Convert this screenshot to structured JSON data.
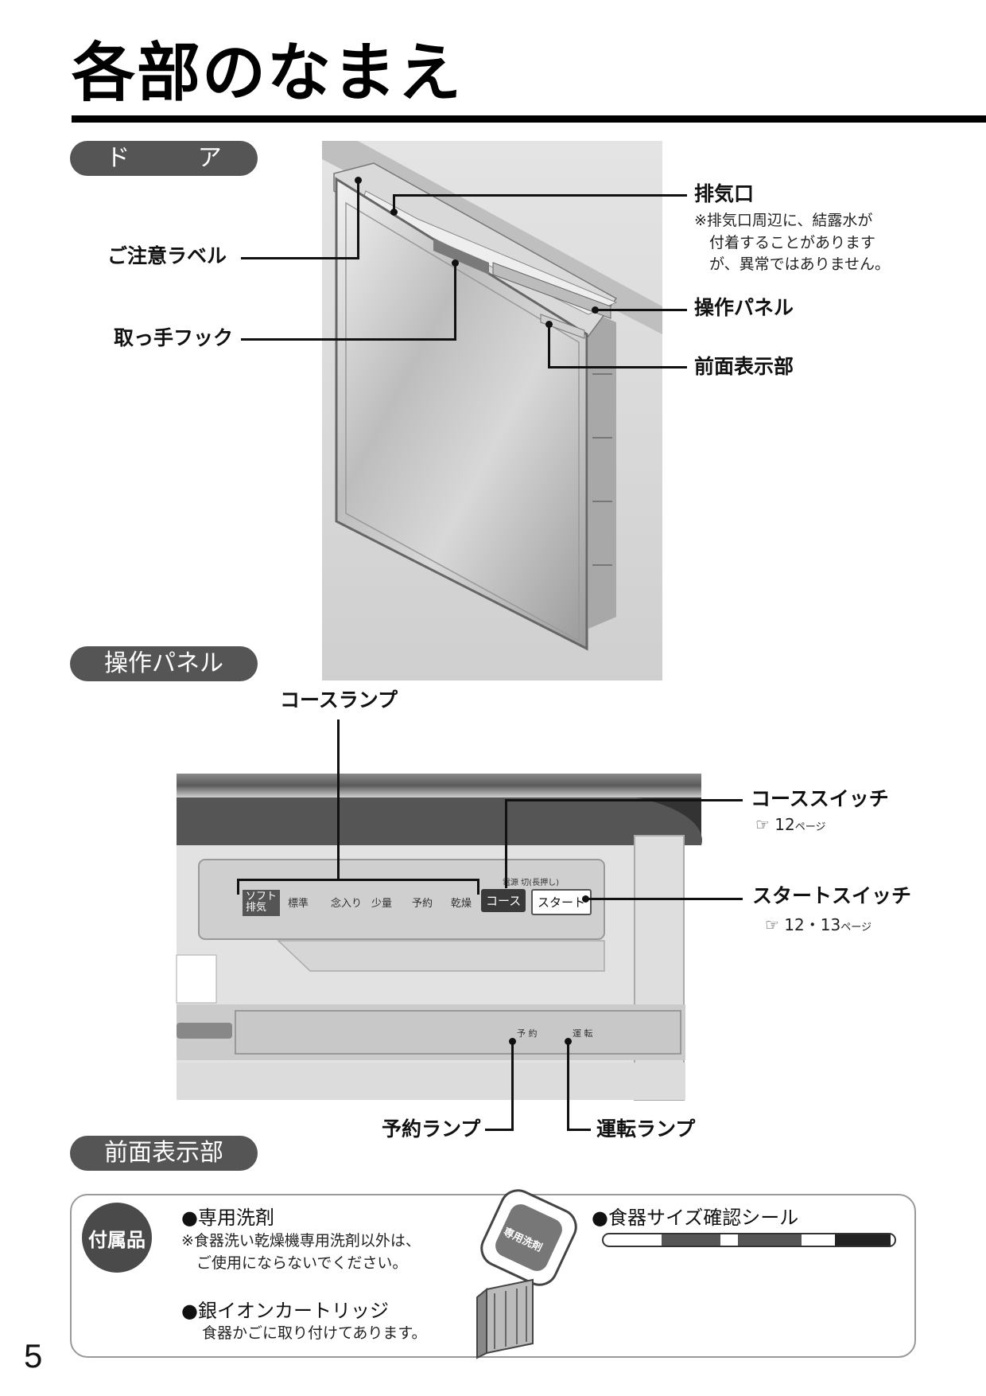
{
  "page_title": "各部のなまえ",
  "sections": {
    "door": "ド ア",
    "panel": "操作パネル",
    "front": "前面表示部"
  },
  "door_labels": {
    "caution_label": "ご注意ラベル",
    "handle_hook": "取っ手フック",
    "exhaust": "排気口",
    "exhaust_note": "※排気口周辺に、結露水が\n　付着することがあります\n　が、異常ではありません。",
    "control_panel": "操作パネル",
    "front_display": "前面表示部"
  },
  "panel_labels": {
    "course_lamp": "コースランプ",
    "course_switch": "コーススイッチ",
    "course_switch_ref": "12",
    "start_switch": "スタートスイッチ",
    "start_switch_ref": "12・13",
    "ref_suffix": "ページ",
    "reserve_lamp": "予約ランプ",
    "run_lamp": "運転ランプ"
  },
  "panel_face": {
    "courses": [
      "ソフト\n排気",
      "標準",
      "念入り",
      "少量",
      "予約",
      "乾燥"
    ],
    "course_button": "コース",
    "power_hint": "電源 切(長押し)",
    "start_button": "スタート",
    "front_lamps": [
      "予 約",
      "運 転"
    ]
  },
  "accessories": {
    "heading": "付属品",
    "detergent": "●専用洗剤",
    "detergent_note": "※食器洗い乾燥機専用洗剤以外は、\n　ご使用にならないでください。",
    "detergent_pack_text": "専用洗剤",
    "cartridge": "●銀イオンカートリッジ",
    "cartridge_note": "食器かごに取り付けてあります。",
    "size_seal": "●食器サイズ確認シール"
  },
  "page_number": "5"
}
